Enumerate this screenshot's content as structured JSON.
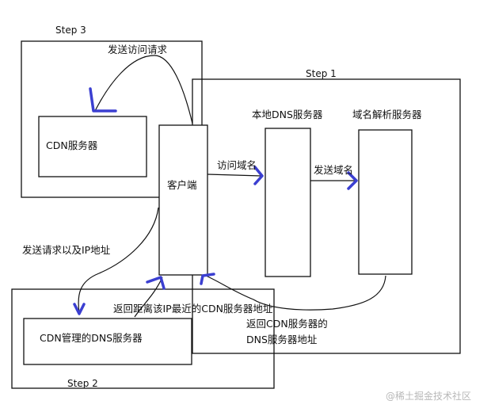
{
  "diagram": {
    "steps": {
      "step1": "Step 1",
      "step2": "Step 2",
      "step3": "Step 3"
    },
    "nodes": {
      "client": "客户端",
      "local_dns": "本地DNS服务器",
      "domain_resolver": "域名解析服务器",
      "cdn_server": "CDN服务器",
      "cdn_dns": "CDN管理的DNS服务器"
    },
    "edges": {
      "send_access_request": "发送访问请求",
      "visit_domain": "访问域名",
      "send_domain": "发送域名",
      "send_request_with_ip": "发送请求以及IP地址",
      "return_nearest_cdn": "返回距离该IP最近的CDN服务器地址",
      "return_cdn_dns_line1": "返回CDN服务器的",
      "return_cdn_dns_line2": "DNS服务器地址"
    },
    "colors": {
      "line": "#111111",
      "arrow_accent": "#3b3fd1"
    }
  },
  "watermark": "@稀土掘金技术社区"
}
